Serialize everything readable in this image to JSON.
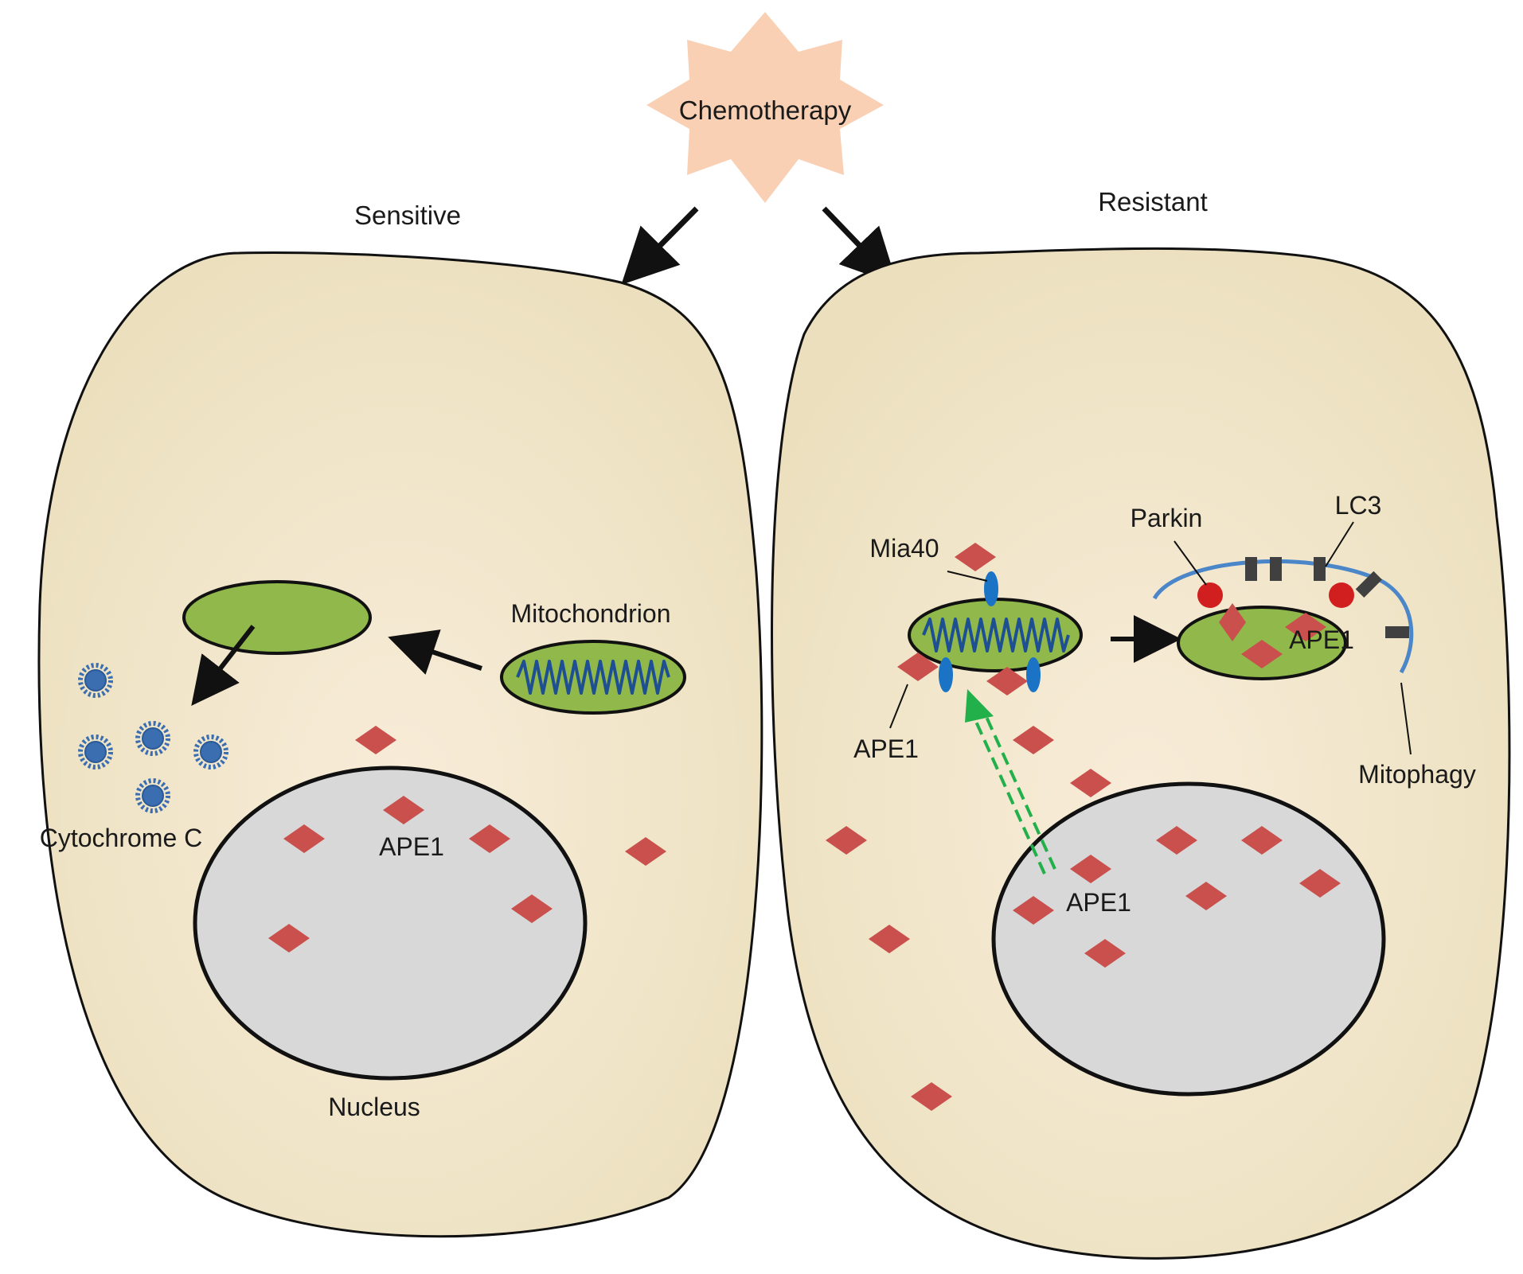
{
  "labels": {
    "chemotherapy": "Chemotherapy",
    "sensitive": "Sensitive",
    "resistant": "Resistant",
    "mitochondrion": "Mitochondrion",
    "cytochrome_c": "Cytochrome C",
    "nucleus": "Nucleus",
    "ape1_sensitive_nucleus": "APE1",
    "mia40": "Mia40",
    "ape1_resistant_mito": "APE1",
    "ape1_resistant_nucleus": "APE1",
    "parkin": "Parkin",
    "lc3": "LC3",
    "ape1_mitophagy": "APE1",
    "mitophagy": "Mitophagy"
  },
  "colors": {
    "cell_fill": "#efe4c6",
    "cell_center": "#f7ead6",
    "nucleus_fill": "#d8d8d8",
    "mito_fill": "#90b84a",
    "cristae": "#1e4f93",
    "ape1_diamond": "#c9504c",
    "cytochrome": "#3a6eb0",
    "mia40": "#1a73c4",
    "parkin": "#d11f1f",
    "lc3": "#404040",
    "membrane": "#4a86c8",
    "transport_arrow": "#22b04b",
    "chemo_burst": "#f9d0b4"
  }
}
